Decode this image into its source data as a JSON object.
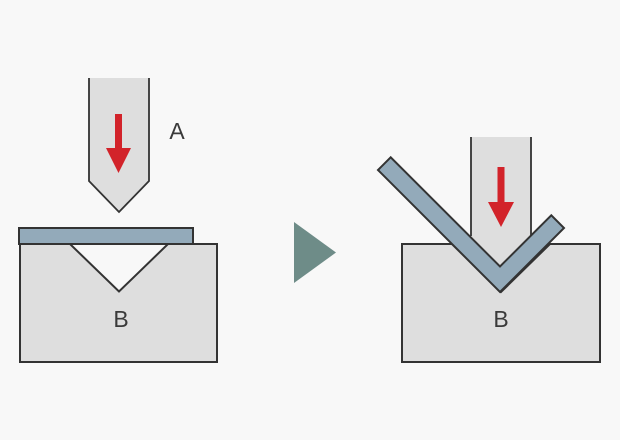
{
  "diagram": {
    "labels": {
      "punch": "A",
      "die_left": "B",
      "die_right": "B"
    },
    "icons": {
      "force_arrow_left": "arrow-down",
      "force_arrow_right": "arrow-down",
      "transition_arrow": "triangle-right"
    },
    "colors": {
      "background": "#f8f8f8",
      "tool_fill": "#dedede",
      "tool_outline": "#333333",
      "sheet_fill": "#93aaba",
      "force_arrow": "#d2232a",
      "transition_arrow": "#6e8c88",
      "label_text": "#3a3a3a"
    }
  }
}
